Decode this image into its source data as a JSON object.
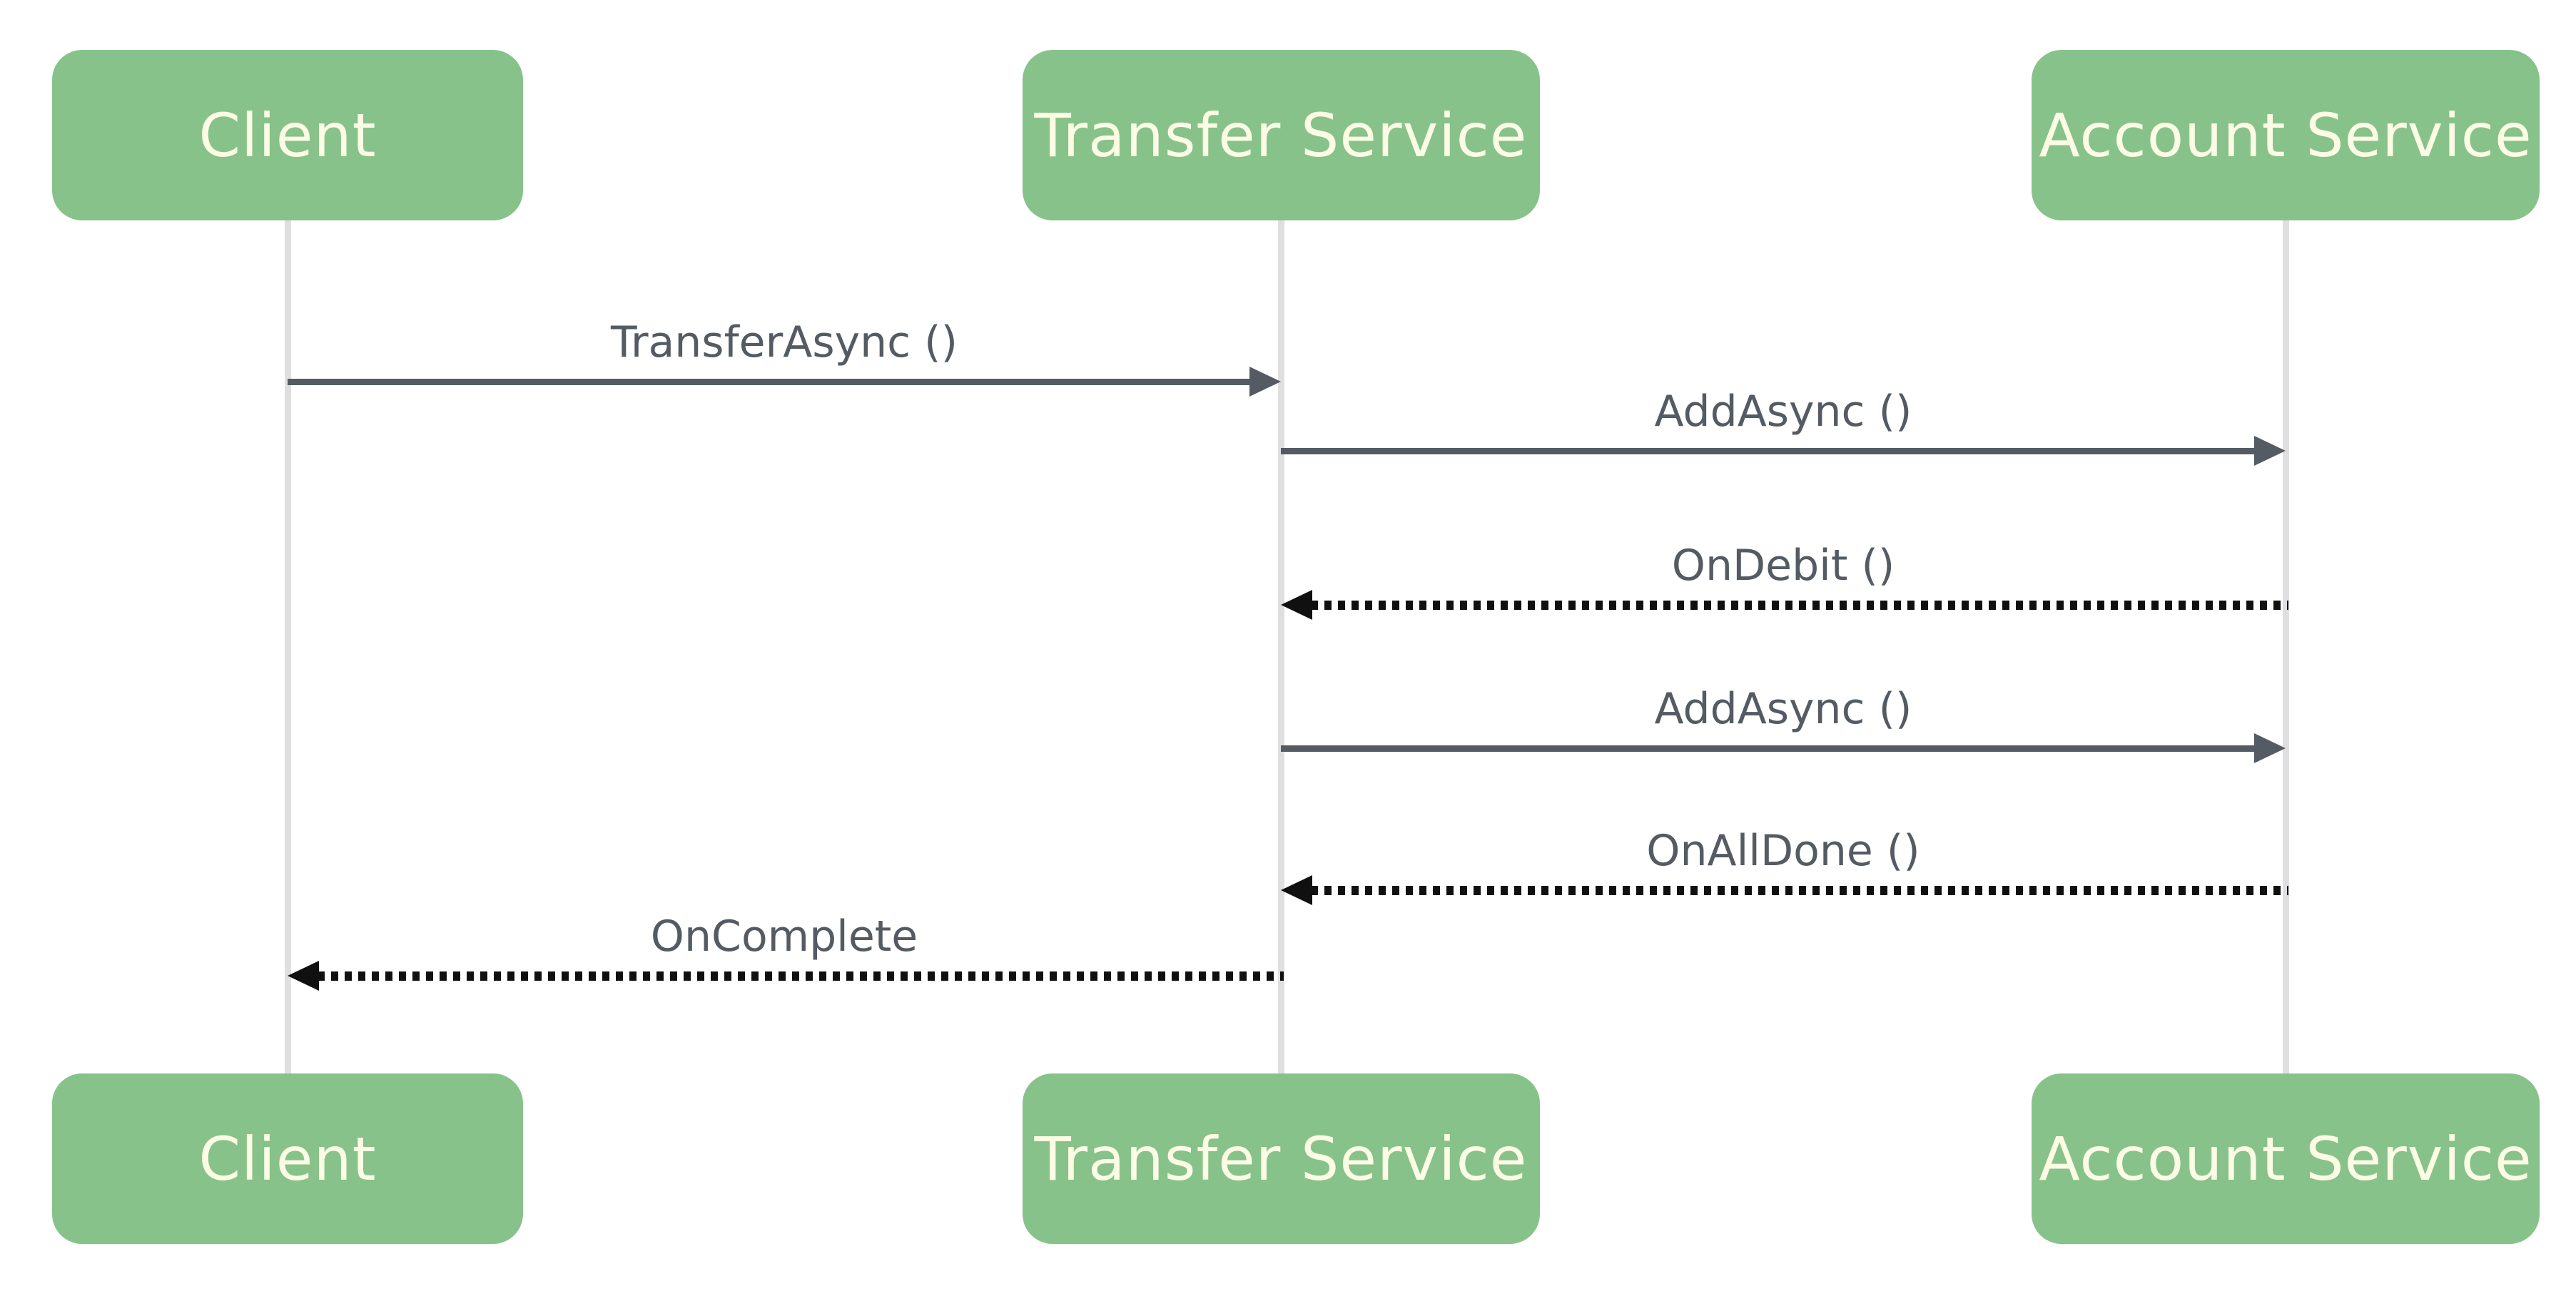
{
  "diagram": {
    "type": "sequence-diagram",
    "actors": [
      {
        "id": "client",
        "label": "Client"
      },
      {
        "id": "transfer-service",
        "label": "Transfer Service"
      },
      {
        "id": "account-service",
        "label": "Account Service"
      }
    ],
    "messages": [
      {
        "label": "TransferAsync ()",
        "from": "client",
        "to": "transfer-service",
        "style": "solid"
      },
      {
        "label": "AddAsync ()",
        "from": "transfer-service",
        "to": "account-service",
        "style": "solid"
      },
      {
        "label": "OnDebit ()",
        "from": "account-service",
        "to": "transfer-service",
        "style": "dotted"
      },
      {
        "label": "AddAsync ()",
        "from": "transfer-service",
        "to": "account-service",
        "style": "solid"
      },
      {
        "label": "OnAllDone ()",
        "from": "account-service",
        "to": "transfer-service",
        "style": "dotted"
      },
      {
        "label": "OnComplete",
        "from": "transfer-service",
        "to": "client",
        "style": "dotted"
      }
    ],
    "colors": {
      "background": "#ffffff",
      "actor_fill": "#87c28a",
      "actor_text": "#fbfce3",
      "lifeline": "#dfdfe2",
      "solid_arrow": "#545b63",
      "dotted_arrow": "#101010",
      "label_text": "#545b63"
    }
  }
}
